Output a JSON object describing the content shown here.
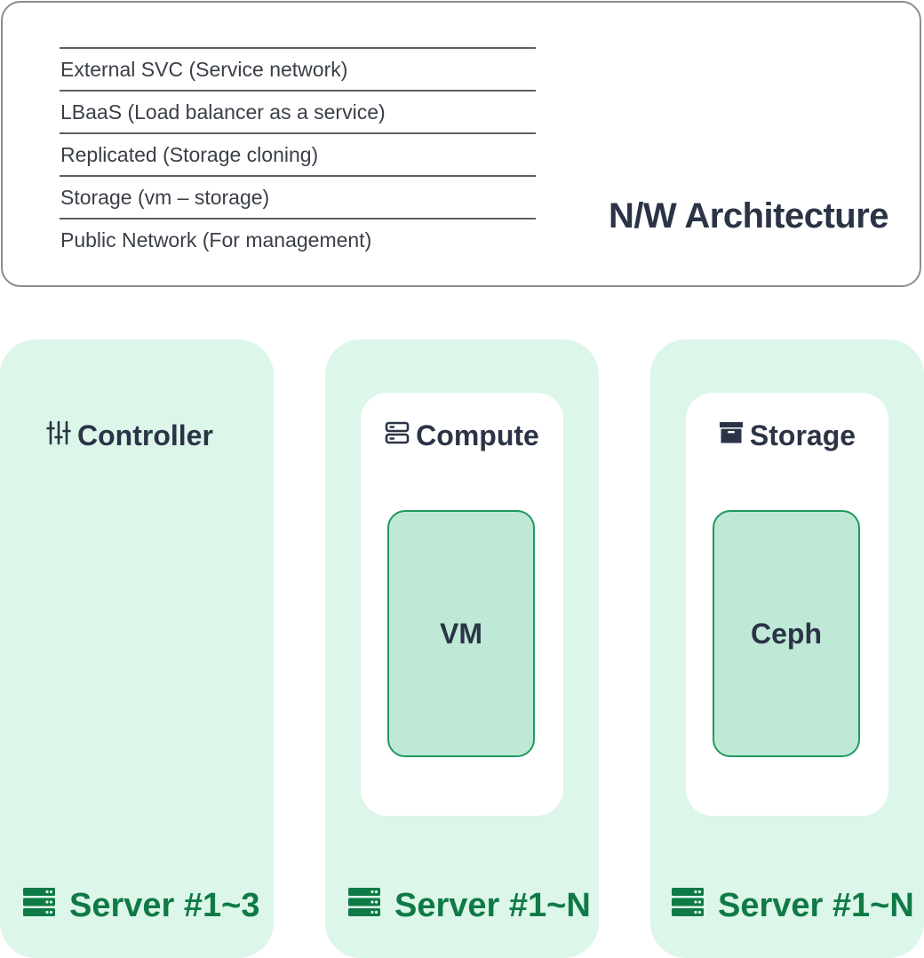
{
  "network": {
    "items": [
      "External SVC (Service network)",
      "LBaaS (Load balancer as a service)",
      "Replicated (Storage cloning)",
      "Storage (vm – storage)",
      "Public Network (For management)"
    ],
    "title": "N/W Architecture"
  },
  "columns": [
    {
      "icon": "sliders-icon",
      "title": "Controller",
      "server": "Server #1~3",
      "server_icon": "server-stack-icon"
    },
    {
      "icon": "server-icon",
      "title": "Compute",
      "inner": "VM",
      "server": "Server #1~N",
      "server_icon": "server-stack-icon"
    },
    {
      "icon": "archive-box-icon",
      "title": "Storage",
      "inner": "Ceph",
      "server": "Server #1~N",
      "server_icon": "server-stack-icon"
    }
  ],
  "colors": {
    "column_bg": "#dcf6ea",
    "inner_box": "#bfe9d6",
    "accent_green": "#0f7a45",
    "text_dark": "#2b3446"
  }
}
